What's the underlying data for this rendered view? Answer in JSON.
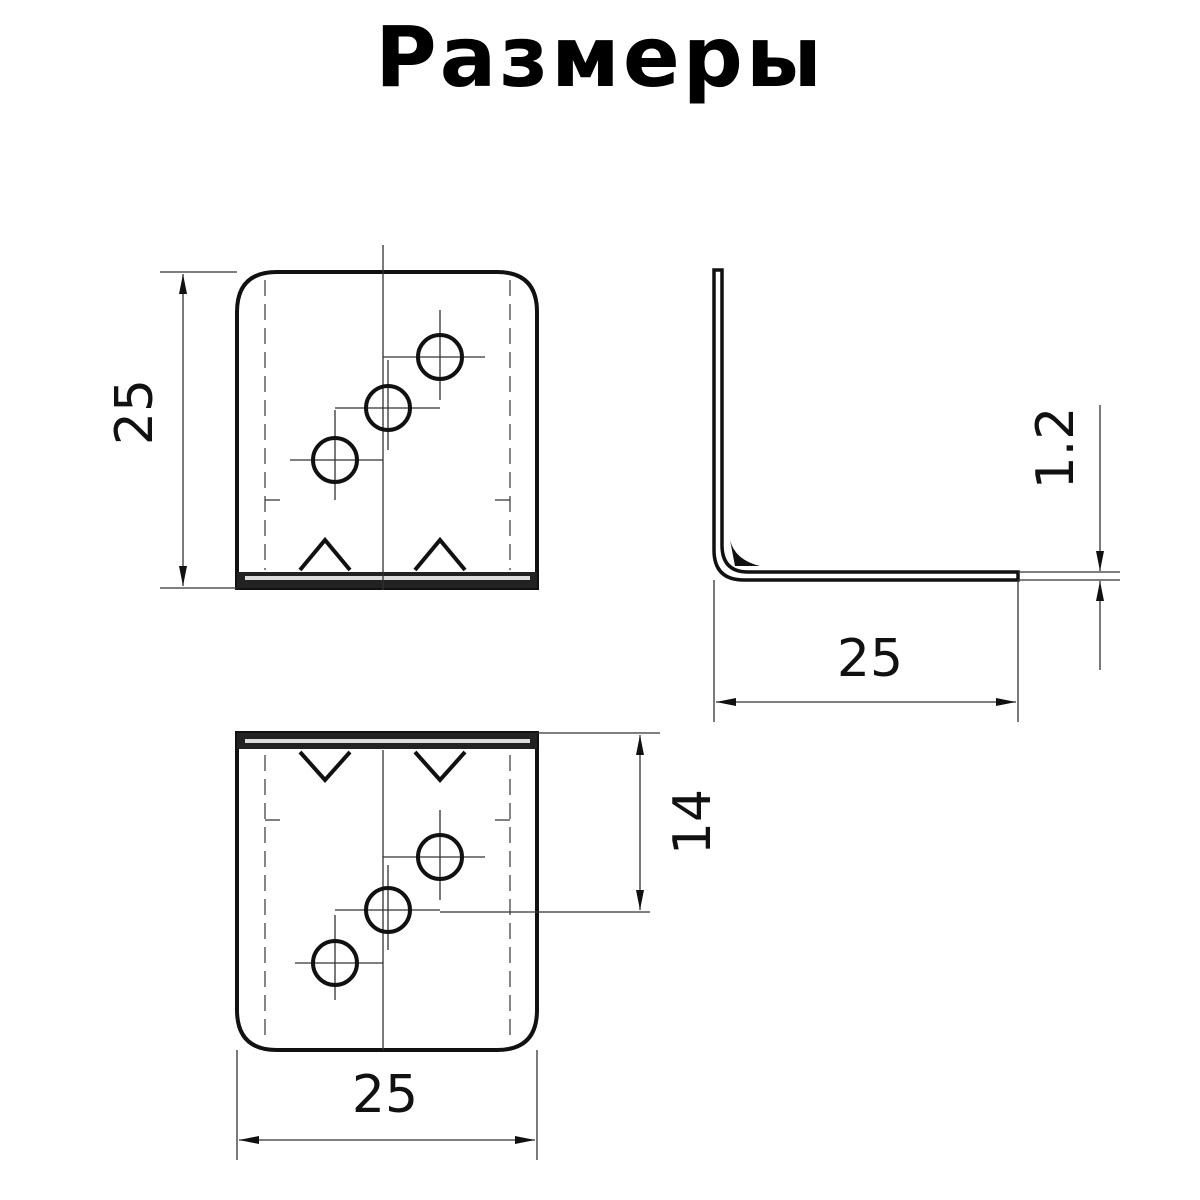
{
  "title": "Размеры",
  "dimensions": {
    "front_height": "25",
    "side_length": "25",
    "thickness": "1.2",
    "hole_offset": "14",
    "bottom_width": "25"
  }
}
